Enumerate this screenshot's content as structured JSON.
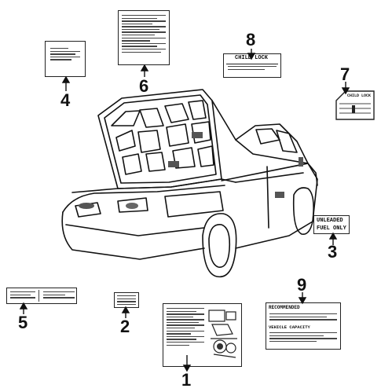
{
  "callouts": [
    "1",
    "2",
    "3",
    "4",
    "5",
    "6",
    "7",
    "8",
    "9"
  ],
  "label_texts": {
    "child_lock_8": "CHILD LOCK",
    "child_lock_7": "CHILD LOCK",
    "unleaded_line1": "UNLEADED",
    "unleaded_line2": "FUEL ONLY",
    "recommended": "RECOMMENDED",
    "vehicle_capacity": "VEHICLE CAPACITY"
  }
}
